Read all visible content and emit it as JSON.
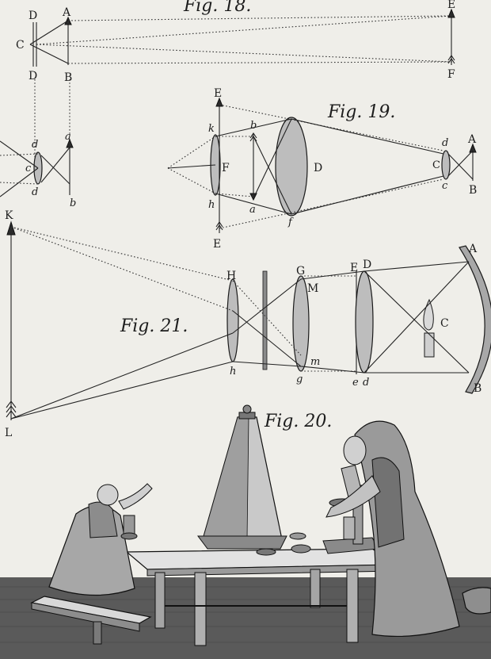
{
  "figures": {
    "fig18": {
      "title": "Fig. 18.",
      "labels": {
        "D_top": "D",
        "A": "A",
        "C": "C",
        "D_bot": "D",
        "B": "B",
        "E": "E",
        "F": "F"
      }
    },
    "fig19": {
      "title": "Fig. 19.",
      "labels": {
        "E_top": "E",
        "k": "k",
        "b": "b",
        "F": "F",
        "D": "D",
        "h": "h",
        "a": "a",
        "f": "f",
        "E_bot": "E",
        "d": "d",
        "C": "C",
        "c": "c",
        "A": "A",
        "B": "B"
      }
    },
    "fig_left": {
      "labels": {
        "d_top": "d",
        "c": "c",
        "d_bot": "d",
        "a": "a",
        "b": "b"
      }
    },
    "fig21": {
      "title": "Fig. 21.",
      "labels": {
        "K": "K",
        "L": "L",
        "H": "H",
        "h": "h",
        "G": "G",
        "M": "M",
        "m": "m",
        "g": "g",
        "E": "E",
        "D": "D",
        "e": "e",
        "d": "d",
        "C": "C",
        "A": "A",
        "B": "B"
      }
    },
    "fig20": {
      "title": "Fig. 20."
    }
  }
}
